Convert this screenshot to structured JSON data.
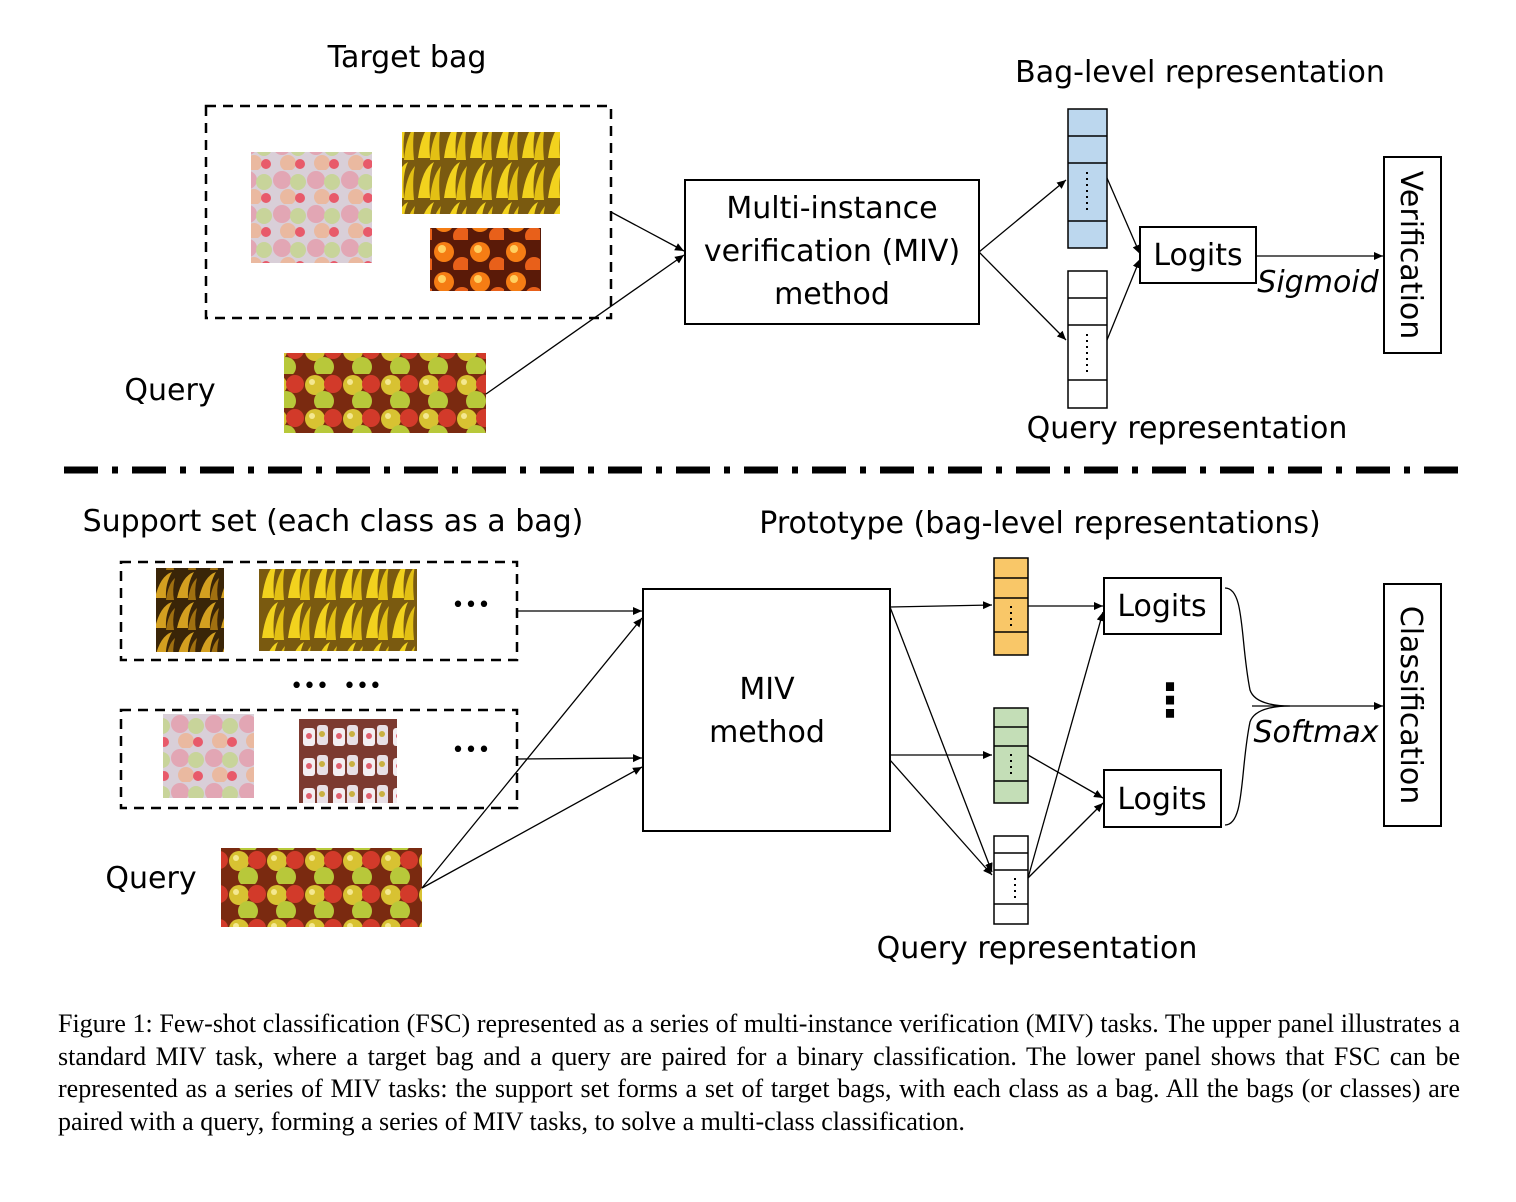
{
  "upper": {
    "target_bag_label": "Target bag",
    "query_label": "Query",
    "method_lines": [
      "Multi-instance",
      "verification (MIV)",
      "method"
    ],
    "bag_level_label": "Bag-level representation",
    "query_repr_label": "Query representation",
    "logits_label": "Logits",
    "sigmoid_label": "Sigmoid",
    "verification_label": "Verification"
  },
  "lower": {
    "support_set_label": "Support set (each class as a bag)",
    "prototype_label": "Prototype (bag-level representations)",
    "ellipsis": "•••",
    "between_bags": "•••  •••",
    "query_label": "Query",
    "method_lines": [
      "MIV",
      "method"
    ],
    "logits_1": "Logits",
    "logits_2": "Logits",
    "vertical_dots": "⋮",
    "softmax_label": "Softmax",
    "classification_label": "Classification",
    "query_repr_label": "Query representation"
  },
  "colors": {
    "bag_level_vector": "#bcd7ee",
    "prototype_orange": "#f9c768",
    "prototype_green": "#c4deb7",
    "query_vector": "#ffffff"
  },
  "icons": {
    "mixed_fruit_bag": "mixed-fruit-bag-photo",
    "bananas": "bananas-photo",
    "oranges": "oranges-photo",
    "apples_crate": "apples-crate-photo",
    "dark_bananas": "dark-bananas-photo",
    "apples_in_bags": "apples-in-bags-photo"
  },
  "caption": "Figure 1: Few-shot classification (FSC) represented as a series of multi-instance verification (MIV) tasks. The upper panel illustrates a standard MIV task, where a target bag and a query are paired for a binary classification. The lower panel shows that FSC can be represented as a series of MIV tasks: the support set forms a set of target bags, with each class as a bag. All the bags (or classes) are paired with a query, forming a series of MIV tasks, to solve a multi-class classification."
}
